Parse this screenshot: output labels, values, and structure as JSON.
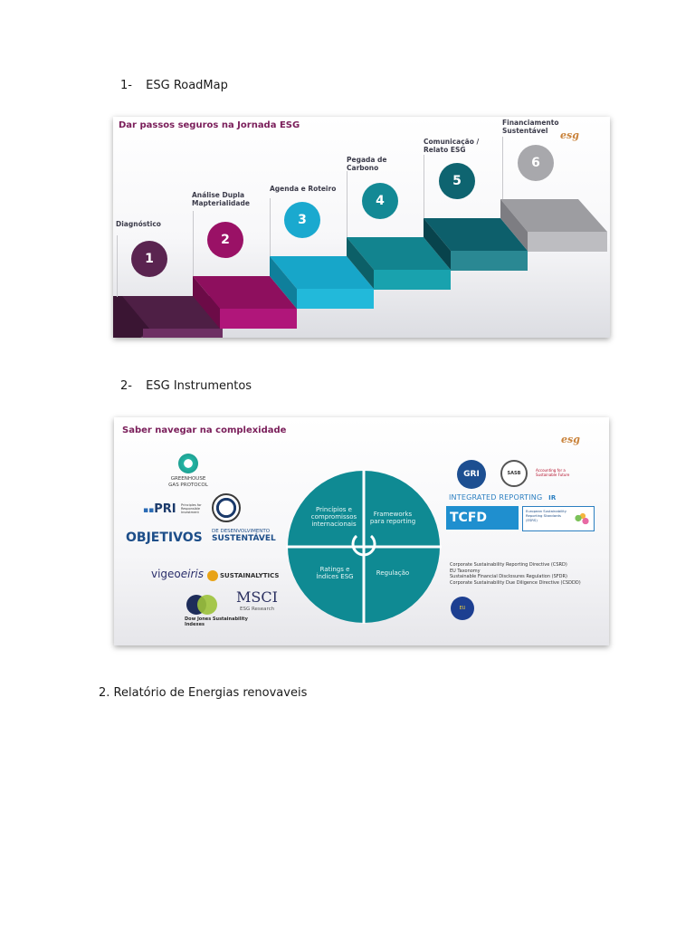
{
  "sections": [
    {
      "number": "1-",
      "title": "ESG RoadMap"
    },
    {
      "number": "2-",
      "title": "ESG Instrumentos"
    },
    {
      "number": "2.",
      "title": "Relatório de Energias renovaveis"
    }
  ],
  "roadmap": {
    "title": "Dar passos seguros na Jornada ESG",
    "logo": "esg",
    "steps": [
      {
        "num": "1",
        "label": "Diagnóstico",
        "color": "#5a2450"
      },
      {
        "num": "2",
        "label": "Análise Dupla Mapterialidade",
        "color": "#9a1166"
      },
      {
        "num": "3",
        "label": "Agenda e Roteiro",
        "color": "#1aa9cf"
      },
      {
        "num": "4",
        "label": "Pegada de Carbono",
        "color": "#138995"
      },
      {
        "num": "5",
        "label": "Comunicação / Relato ESG",
        "color": "#0e6470"
      },
      {
        "num": "6",
        "label": "Financiamento Sustentável",
        "color": "#a8a8ac"
      }
    ]
  },
  "instruments": {
    "title": "Saber navegar na complexidade",
    "logo": "esg",
    "quadrants": {
      "top_left": "Princípios e compromissos internacionais",
      "top_right": "Frameworks para reporting",
      "bottom_left": "Ratings e Índices ESG",
      "bottom_right": "Regulação"
    },
    "left_logos": {
      "ghg": "GREENHOUSE GAS PROTOCOL",
      "pri": "PRI",
      "pri_sub": "Principles for Responsible Investment",
      "ods_a": "OBJETIVOS",
      "ods_b": "DE DESENVOLVIMENTO",
      "ods_c": "SUSTENTÁVEL",
      "vigeo": "vigeo",
      "eiris": "eiris",
      "sustainalytics": "SUSTAINALYTICS",
      "msci": "MSCI",
      "msci_sub": "ESG Research",
      "dj": "Dow Jones Sustainability Indexes"
    },
    "right_logos": {
      "gri": "GRI",
      "sasb": "SASB",
      "sasb_tag": "Accounting for a Sustainable Future",
      "ir": "INTEGRATED REPORTING",
      "ir_badge": "IR",
      "tcfd": "TCFD",
      "esrs": "European Sustainability Reporting Standards (ESRS)",
      "eu": "EU"
    },
    "regulation": [
      "Corporate Sustainability Reporting Directive (CSRD)",
      "EU Taxonomy",
      "Sustainable Financial Disclosures Regulation (SFDR)",
      "Corporate Sustainability Due Diligence Directive (CSDDD)"
    ]
  }
}
